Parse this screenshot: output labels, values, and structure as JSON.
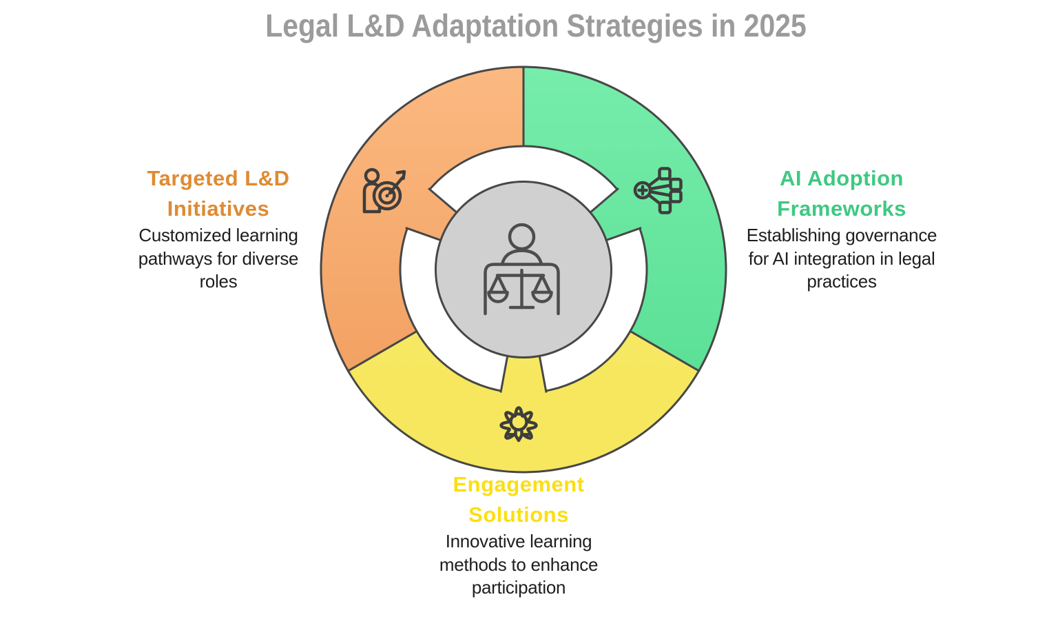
{
  "title": {
    "text": "Legal L&D Adaptation Strategies in 2025",
    "color": "#9B9B9B"
  },
  "outline_color": "#474747",
  "icon_stroke": "#3D3D3D",
  "body_text_color": "#1E1E1E",
  "center": {
    "icon": "lawyer-at-desk-with-scales-icon",
    "fill": "#D0D0D0",
    "icon_stroke": "#4D4D4D"
  },
  "segments": [
    {
      "id": "targeted-ld-initiatives",
      "heading": "Targeted L&D\nInitiatives",
      "description": "Customized learning\npathways for diverse\nroles",
      "heading_color": "#DF8A32",
      "fill_top": "#FBB981",
      "fill_bottom": "#F2A162",
      "icon_bg": "#F8B075",
      "icon": "person-target-icon",
      "position": "left"
    },
    {
      "id": "ai-adoption-frameworks",
      "heading": "AI Adoption\nFrameworks",
      "description": "Establishing governance\nfor AI integration in legal\npractices",
      "heading_color": "#3EC981",
      "fill_top": "#77EDAB",
      "fill_bottom": "#5BE096",
      "icon_bg": "#70E9A4",
      "icon": "network-nodes-icon",
      "position": "right"
    },
    {
      "id": "engagement-solutions",
      "heading": "Engagement\nSolutions",
      "description": "Innovative learning\nmethods to enhance\nparticipation",
      "heading_color": "#FBDF10",
      "fill_top": "#FAF18A",
      "fill_bottom": "#F6E75E",
      "icon_bg": "#F9EE7B",
      "icon": "gear-lightbulb-icon",
      "position": "bottom"
    }
  ]
}
